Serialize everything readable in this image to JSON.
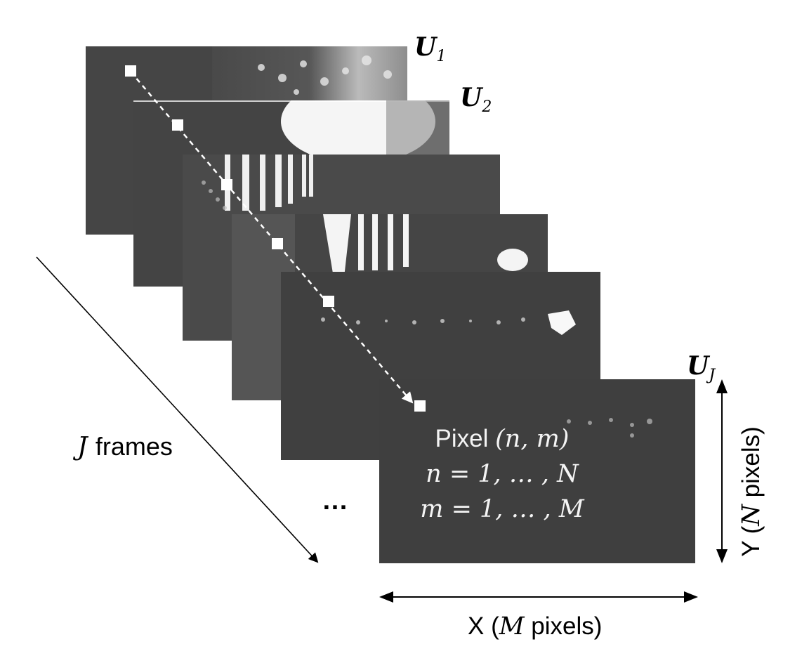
{
  "frames": [
    {
      "label_base": "U",
      "label_sub": "1"
    },
    {
      "label_base": "U",
      "label_sub": "2"
    },
    {
      "label_base": "",
      "label_sub": ""
    },
    {
      "label_base": "",
      "label_sub": ""
    },
    {
      "label_base": "",
      "label_sub": ""
    },
    {
      "label_base": "U",
      "label_sub": "J"
    }
  ],
  "frames_axis": {
    "var": "J",
    "text": "frames"
  },
  "ellipsis": "…",
  "pixel_info": {
    "line1_prefix": "Pixel ",
    "line1_math": "(n, m)",
    "line2": "n = 1, … , N",
    "line3": "m = 1, … , M"
  },
  "x_axis": {
    "prefix": "X (",
    "var": "M",
    "suffix": " pixels)"
  },
  "y_axis": {
    "prefix": "Y (",
    "var": "N",
    "suffix": " pixels)"
  },
  "colors": {
    "frame_gray": "#3f3f3f",
    "marker": "#ffffff",
    "arrow": "#000000"
  }
}
